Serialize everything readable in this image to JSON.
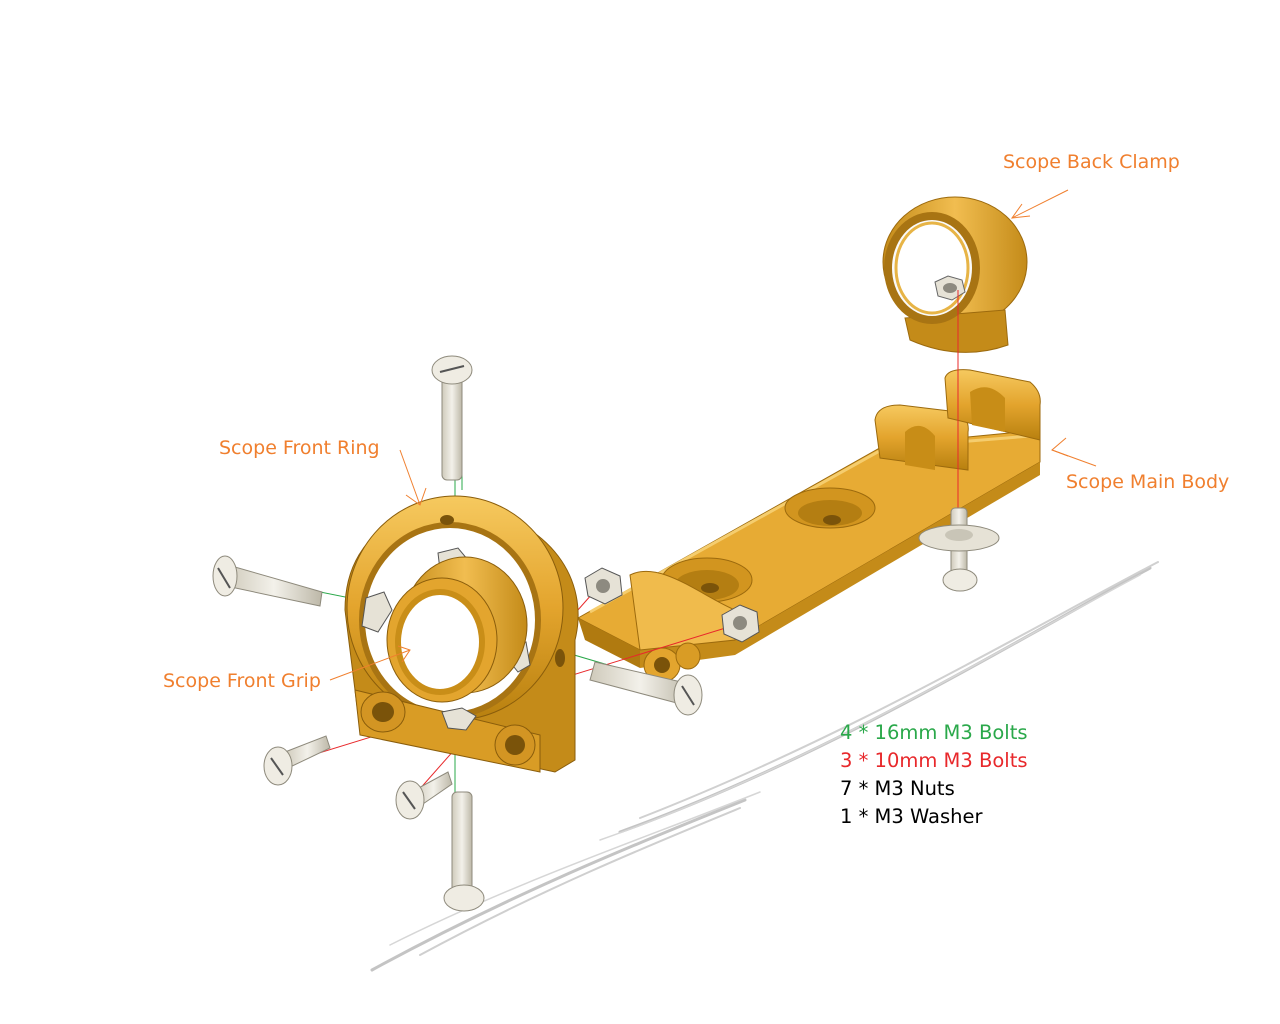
{
  "labels": {
    "back_clamp": "Scope Back Clamp",
    "front_ring": "Scope Front Ring",
    "main_body": "Scope Main Body",
    "front_grip": "Scope Front Grip"
  },
  "bill_of_materials": [
    {
      "text": "4 * 16mm M3 Bolts",
      "color": "#2aa84a"
    },
    {
      "text": "3 * 10mm M3 Bolts",
      "color": "#e8282b"
    },
    {
      "text": "7 * M3 Nuts",
      "color": "#000000"
    },
    {
      "text": "1 * M3 Washer",
      "color": "#000000"
    }
  ],
  "colors": {
    "label": "#f07f2e",
    "part": "#e0a12b",
    "part_dark": "#b77b12",
    "part_light": "#f3c25a",
    "hardware": "#e6e2d6",
    "axis_green": "#2aa84a",
    "axis_red": "#e8282b",
    "ground_shadow": "#c4c4c4"
  }
}
